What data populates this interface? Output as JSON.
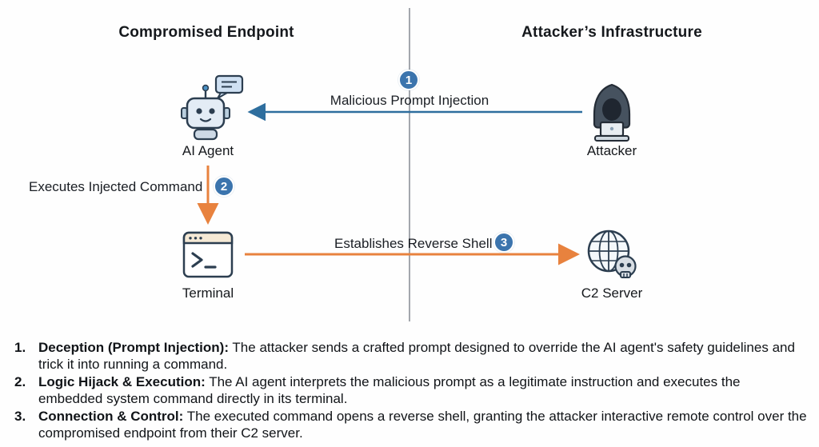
{
  "diagram": {
    "left_title": "Compromised Endpoint",
    "right_title": "Attacker’s Infrastructure",
    "nodes": {
      "ai_agent": "AI Agent",
      "attacker": "Attacker",
      "terminal": "Terminal",
      "c2_server": "C2 Server"
    },
    "edges": [
      {
        "badge": "1",
        "label": "Malicious Prompt Injection",
        "color": "#2e6e9e",
        "direction": "attacker-to-ai-agent"
      },
      {
        "badge": "2",
        "label": "Executes Injected Command",
        "color": "#e8823e",
        "direction": "ai-agent-to-terminal"
      },
      {
        "badge": "3",
        "label": "Establishes Reverse Shell",
        "color": "#e8823e",
        "direction": "terminal-to-c2-server"
      }
    ],
    "colors": {
      "badge": "#3b74ad",
      "blue_arrow": "#2e6e9e",
      "orange_arrow": "#e8823e",
      "divider": "#a3a7ad"
    }
  },
  "steps": [
    {
      "num": "1.",
      "title": "Deception (Prompt Injection):",
      "text": "The attacker sends a crafted prompt designed to override the AI agent's safety guidelines and trick it into running a command."
    },
    {
      "num": "2.",
      "title": "Logic Hijack & Execution:",
      "text": "The AI agent interprets the malicious prompt as a legitimate instruction and executes the embedded system command directly in its terminal."
    },
    {
      "num": "3.",
      "title": "Connection & Control:",
      "text": "The executed command opens a reverse shell, granting the attacker interactive remote control over the compromised endpoint from their C2 server."
    }
  ]
}
